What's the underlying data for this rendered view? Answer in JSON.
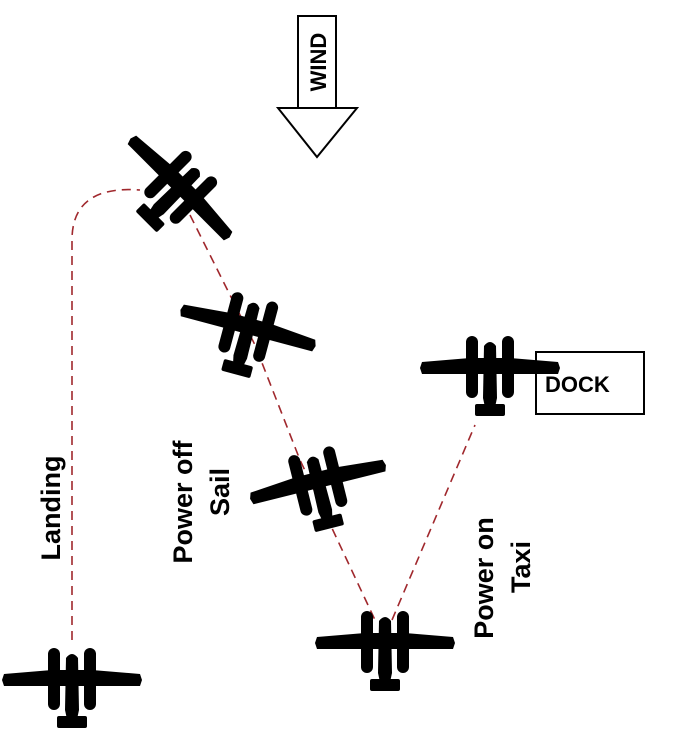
{
  "diagram": {
    "title": "Seaplane docking procedure",
    "colors": {
      "path": "#a0282d",
      "ink": "#000000",
      "background": "#ffffff"
    },
    "wind": {
      "label": "WIND",
      "direction": "down"
    },
    "dock": {
      "label": "DOCK"
    },
    "phases": [
      {
        "id": "landing",
        "line1": "Landing",
        "line2": ""
      },
      {
        "id": "sail",
        "line1": "Power off",
        "line2": "Sail"
      },
      {
        "id": "taxi",
        "line1": "Power on",
        "line2": "Taxi"
      }
    ],
    "aircraft": [
      {
        "id": "plane-landing",
        "icon": "twin-engine-airplane-icon"
      },
      {
        "id": "plane-turn",
        "icon": "twin-engine-airplane-icon"
      },
      {
        "id": "plane-sail-1",
        "icon": "twin-engine-airplane-icon"
      },
      {
        "id": "plane-sail-2",
        "icon": "twin-engine-airplane-icon"
      },
      {
        "id": "plane-pivot",
        "icon": "twin-engine-airplane-icon"
      },
      {
        "id": "plane-docked",
        "icon": "twin-engine-airplane-icon"
      }
    ]
  }
}
